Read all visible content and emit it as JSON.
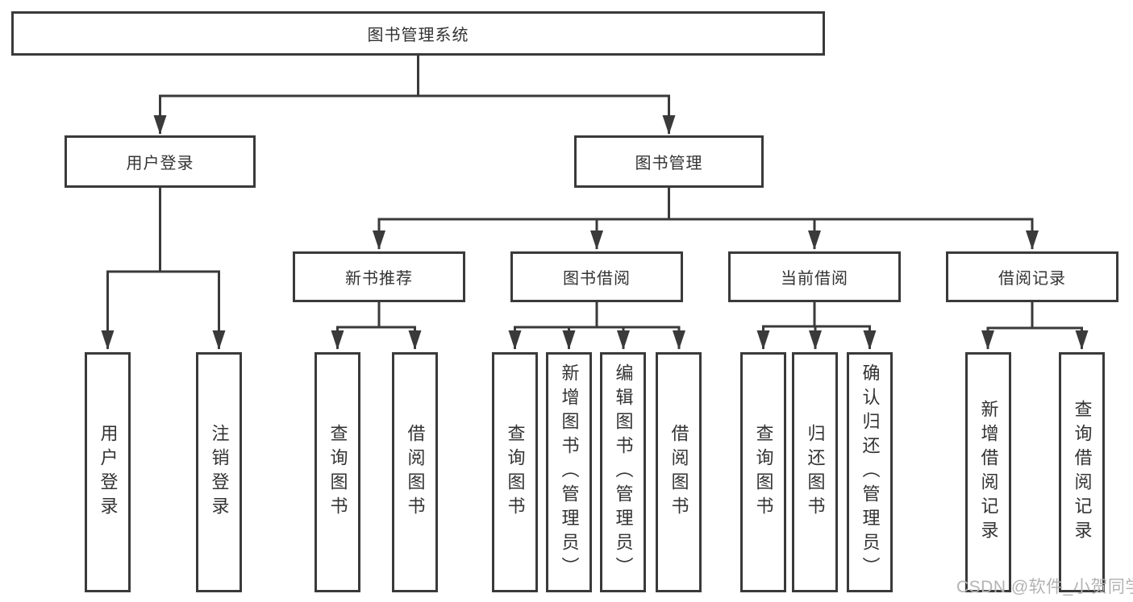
{
  "diagram": {
    "watermark": "CSDN @软件_小贺同学",
    "colors": {
      "line": "#3a3a3a",
      "text": "#333333",
      "watermark": "#b3b3b3",
      "background": "#ffffff"
    },
    "tree": {
      "root": {
        "label": "图书管理系统",
        "children": [
          {
            "label": "用户登录",
            "children": [
              {
                "label": "用户登录"
              },
              {
                "label": "注销登录"
              }
            ]
          },
          {
            "label": "图书管理",
            "children": [
              {
                "label": "新书推荐",
                "children": [
                  {
                    "label": "查询图书"
                  },
                  {
                    "label": "借阅图书"
                  }
                ]
              },
              {
                "label": "图书借阅",
                "children": [
                  {
                    "label": "查询图书"
                  },
                  {
                    "label": "新增图书（管理员）"
                  },
                  {
                    "label": "编辑图书（管理员）"
                  },
                  {
                    "label": "借阅图书"
                  }
                ]
              },
              {
                "label": "当前借阅",
                "children": [
                  {
                    "label": "查询图书"
                  },
                  {
                    "label": "归还图书"
                  },
                  {
                    "label": "确认归还（管理员）"
                  }
                ]
              },
              {
                "label": "借阅记录",
                "children": [
                  {
                    "label": "新增借阅记录"
                  },
                  {
                    "label": "查询借阅记录"
                  }
                ]
              }
            ]
          }
        ]
      }
    }
  }
}
